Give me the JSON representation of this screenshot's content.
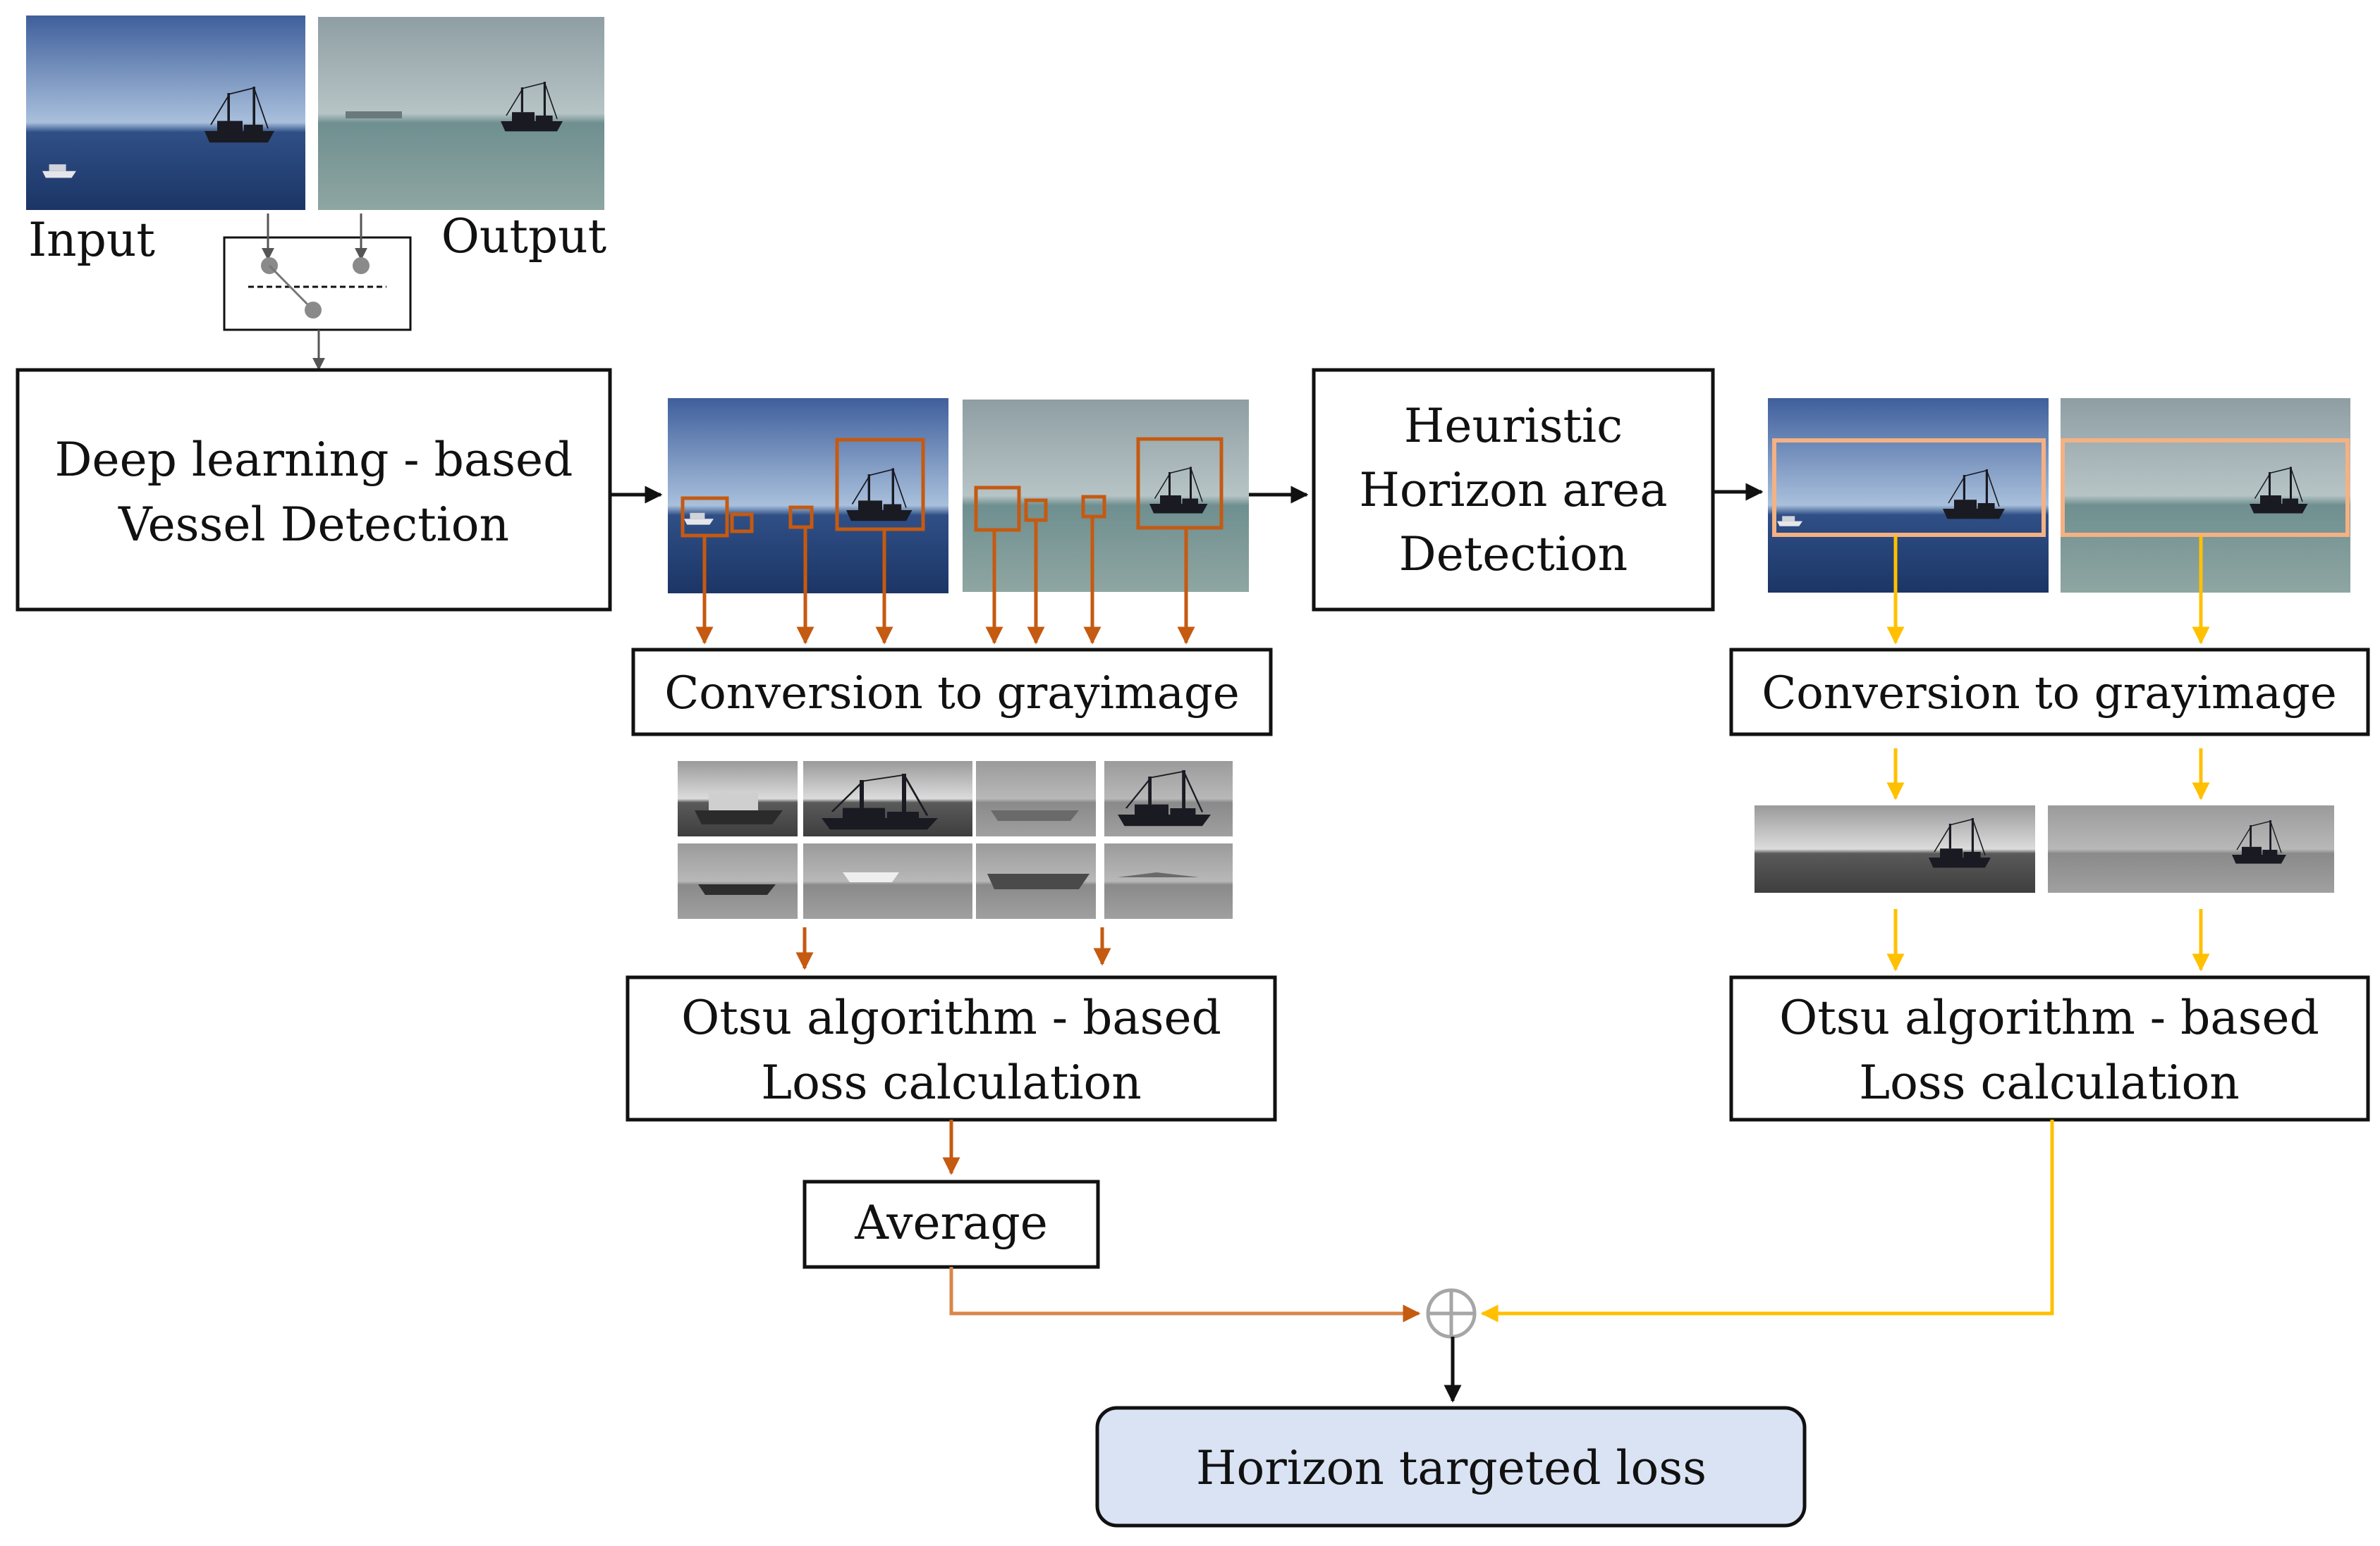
{
  "labels": {
    "input": "Input",
    "output": "Output"
  },
  "boxes": {
    "vessel_detection": [
      "Deep learning - based",
      "Vessel Detection"
    ],
    "horizon_detection": [
      "Heuristic",
      "Horizon area",
      "Detection"
    ],
    "gray_left": "Conversion to grayimage",
    "gray_right": "Conversion to grayimage",
    "otsu_left": [
      "Otsu algorithm - based",
      "Loss calculation"
    ],
    "otsu_right": [
      "Otsu algorithm - based",
      "Loss calculation"
    ],
    "average": "Average",
    "final": "Horizon targeted loss"
  },
  "colors": {
    "orange": "#c55a11",
    "orange_light": "#d9864a",
    "yellow": "#ffc000",
    "peach": "#f4b183",
    "final_fill": "#dae3f3",
    "sum_gray": "#a6a6a6",
    "black": "#111111"
  },
  "icons": {
    "sum": "circle-plus-icon",
    "network": "network-node-icon"
  }
}
